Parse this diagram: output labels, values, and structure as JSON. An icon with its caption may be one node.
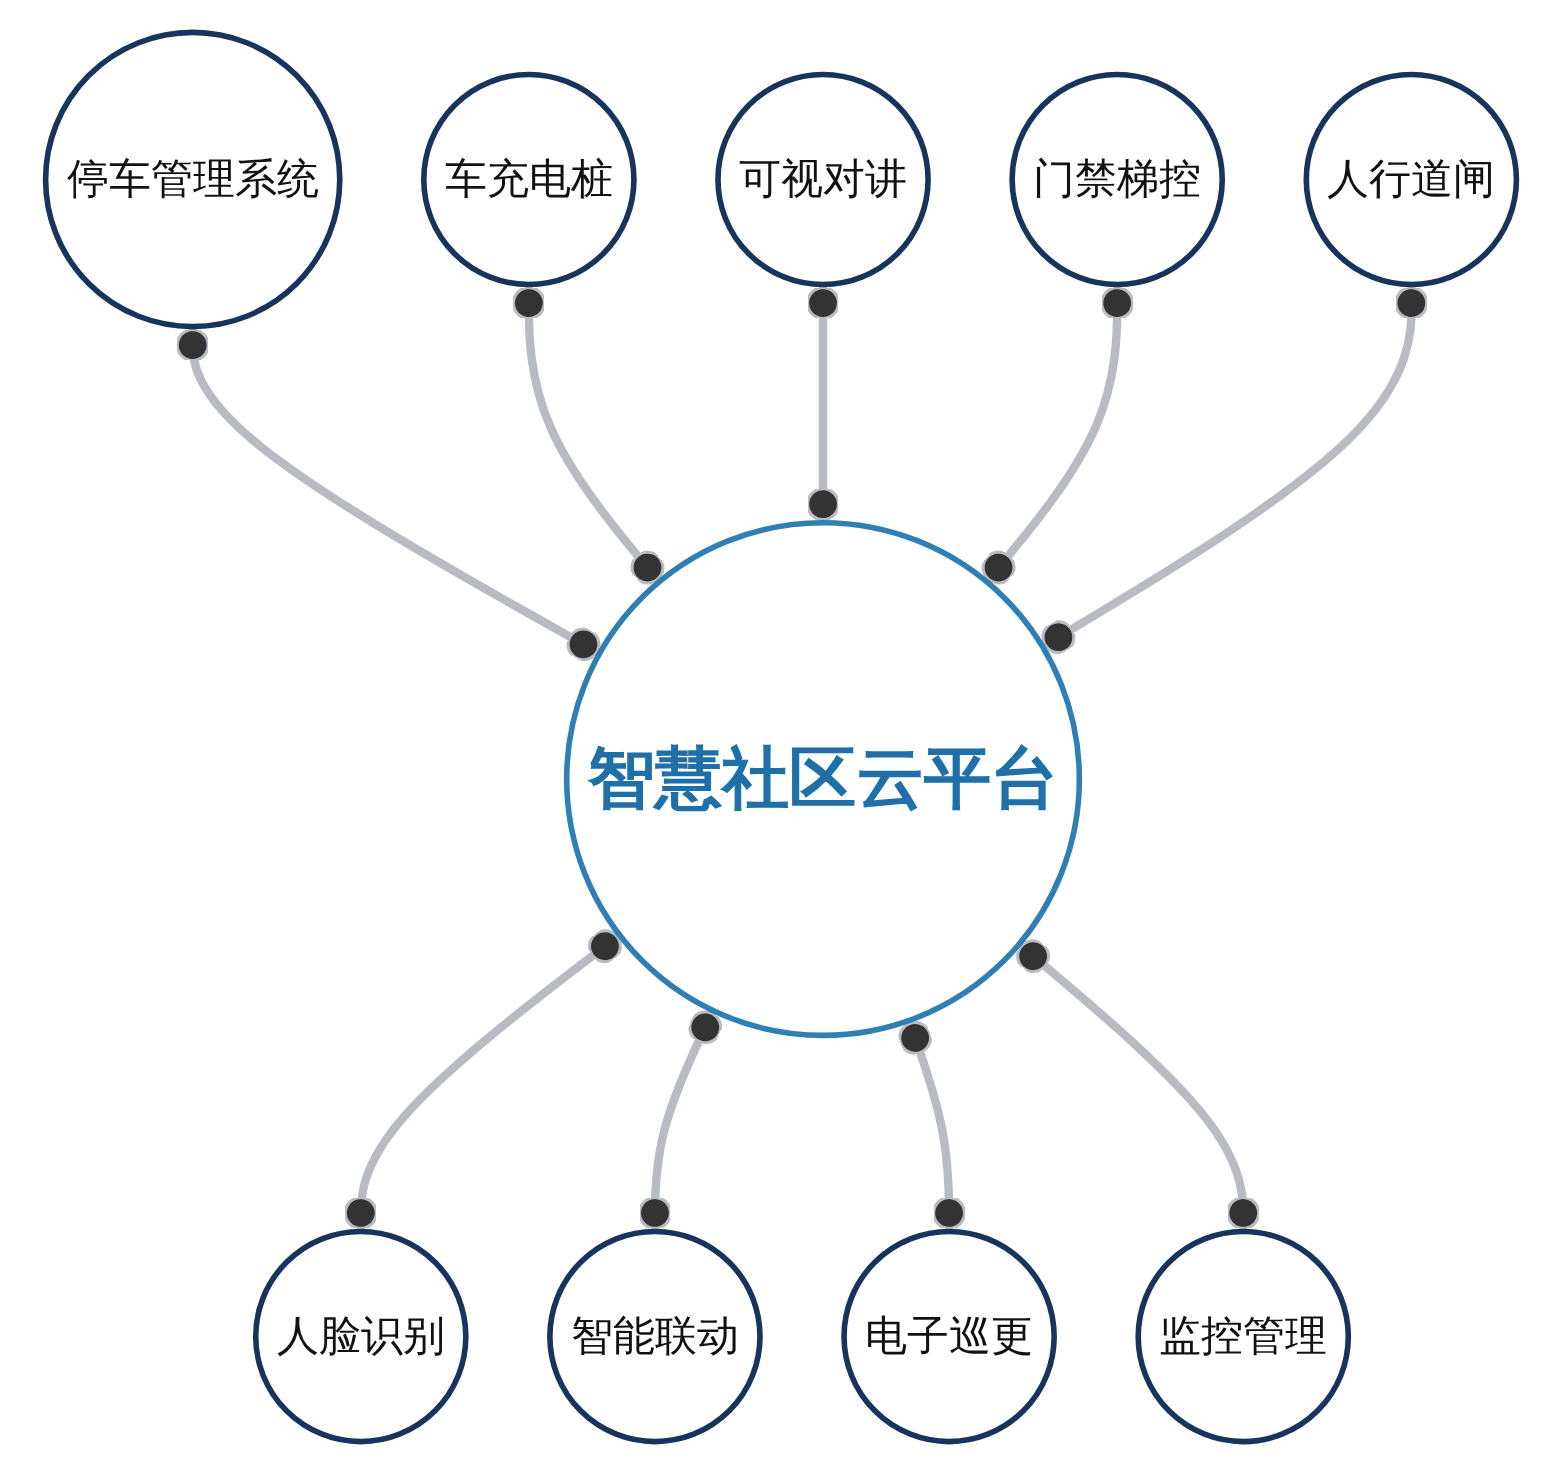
{
  "diagram": {
    "nodes": [
      {
        "text": [
          "智慧社区云平台"
        ]
      },
      {
        "text": [
          "可视对讲"
        ]
      },
      {
        "text": [
          "停车管理系统"
        ]
      },
      {
        "text": [
          "门禁梯控"
        ]
      },
      {
        "text": [
          "车充电桩"
        ]
      },
      {
        "text": [
          "人行道闸"
        ]
      },
      {
        "text": [
          "监控管理"
        ]
      },
      {
        "text": [
          "人脸识别"
        ]
      },
      {
        "text": [
          "智能联动"
        ]
      },
      {
        "text": [
          "电子巡更"
        ]
      }
    ],
    "edges": [
      {
        "from": 2,
        "to": 0,
        "arrow": "other"
      },
      {
        "from": 4,
        "to": 0,
        "arrow": "other"
      },
      {
        "from": 1,
        "to": 0,
        "arrow": "other"
      },
      {
        "from": 3,
        "to": 0,
        "arrow": "other"
      },
      {
        "from": 5,
        "to": 0,
        "arrow": "other"
      },
      {
        "from": 0,
        "to": 7,
        "arrow": "other"
      },
      {
        "from": 0,
        "to": 8,
        "arrow": "other"
      },
      {
        "from": 0,
        "to": 9,
        "arrow": "other"
      },
      {
        "from": 0,
        "to": 6,
        "arrow": "other"
      }
    ]
  }
}
